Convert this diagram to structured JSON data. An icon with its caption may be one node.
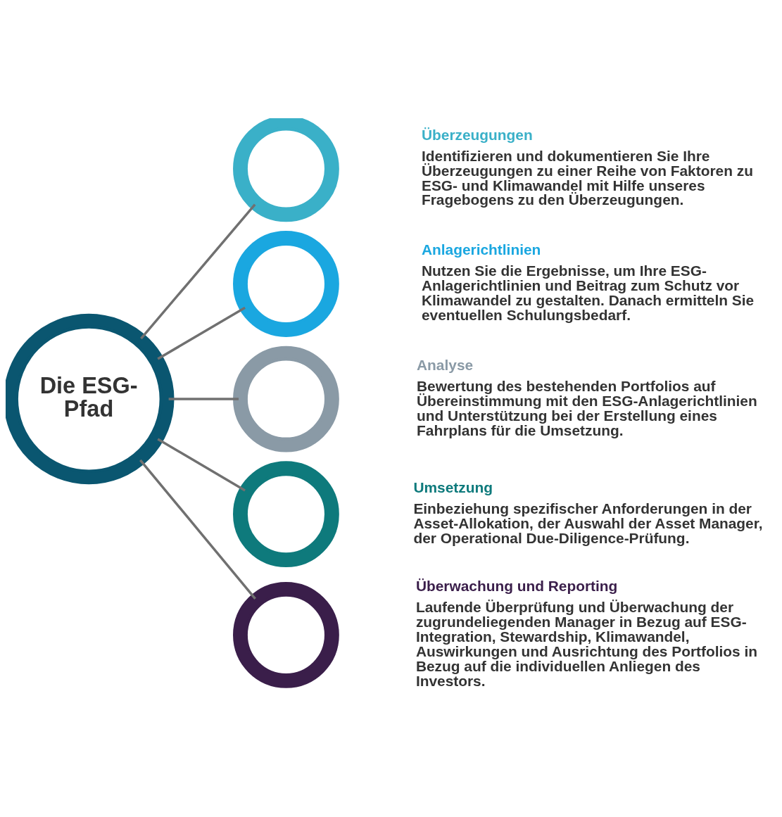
{
  "diagram": {
    "nodes": [
      {
        "text": [
          "Die ESG-Pfad"
        ]
      },
      {
        "text": [],
        "shape": "circle",
        "beside": [
          "Überzeugungen",
          "Identifizieren und dokumentieren Sie Ihre Überzeugungen zu einer Reihe von Faktoren zu ESG- und Klimawandel mit Hilfe unseres Fragebogens zu den Überzeugungen."
        ]
      },
      {
        "text": [],
        "shape": "circle",
        "beside": [
          "Anlagerichtlinien",
          "Nutzen Sie die Ergebnisse, um Ihre ESG-Anlagerichtlinien und Beitrag zum Schutz vor Klimawandel zu gestalten. Danach ermitteln Sie eventuellen Schulungsbedarf."
        ]
      },
      {
        "text": [],
        "shape": "circle",
        "beside": [
          "Analyse",
          "Bewertung des bestehenden Portfolios auf Übereinstimmung mit den ESG-Anlagerichtlinien und Unterstützung bei der Erstellung eines Fahrplans für die Umsetzung."
        ]
      },
      {
        "text": [],
        "shape": "circle",
        "beside": [
          "Umsetzung",
          "Einbeziehung spezifischer Anforderungen in der Asset-Allokation, der Auswahl der Asset Manager, der Operational Due-Diligence-Prüfung."
        ]
      },
      {
        "text": [],
        "shape": "circle",
        "beside": [
          "Überwachung und Reporting",
          "Laufende Überprüfung und Überwachung der zugrundeliegenden Manager in Bezug auf ESG-Integration, Stewardship, Klimawandel, Auswirkungen und Ausrichtung des Portfolios in Bezug auf die individuellen Anliegen des Investors."
        ]
      }
    ],
    "edges": [
      {
        "from": 0,
        "to": 1,
        "arrow": "none"
      },
      {
        "from": 0,
        "to": 2,
        "arrow": "none"
      },
      {
        "from": 0,
        "to": 3,
        "arrow": "none"
      },
      {
        "from": 0,
        "to": 4,
        "arrow": "none"
      },
      {
        "from": 0,
        "to": 5,
        "arrow": "none"
      }
    ]
  }
}
